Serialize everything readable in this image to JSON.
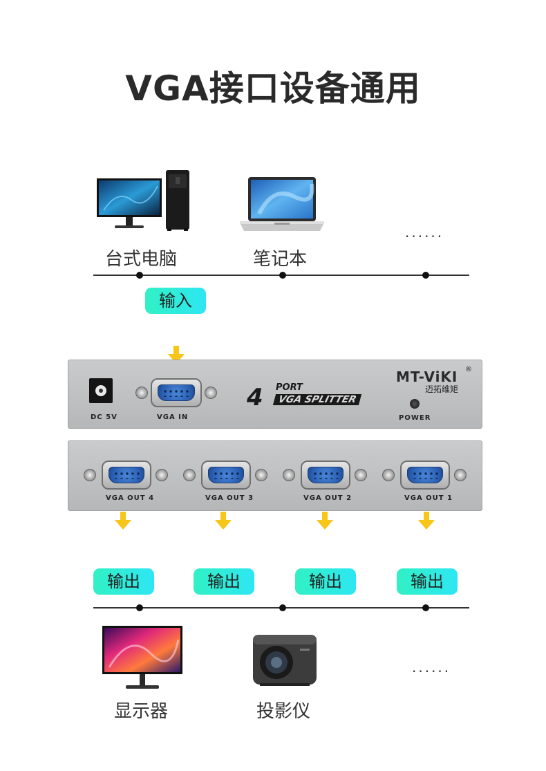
{
  "title": "VGA接口设备通用",
  "inputs": {
    "devices": [
      {
        "label": "台式电脑",
        "icon": "desktop-computer-icon"
      },
      {
        "label": "笔记本",
        "icon": "laptop-icon"
      }
    ],
    "ellipsis": "......",
    "pill": "输入"
  },
  "device": {
    "brand": "MT-ViKI",
    "brand_mark": "®",
    "brand_cn": "迈拓维矩",
    "model_number": "4",
    "model_port": "PORT",
    "model_name": "VGA SPLITTER",
    "front": {
      "dc_label": "DC 5V",
      "vga_in_label": "VGA IN",
      "power_label": "POWER"
    },
    "back": {
      "ports": [
        "VGA OUT 4",
        "VGA OUT 3",
        "VGA OUT 2",
        "VGA OUT 1"
      ]
    }
  },
  "outputs": {
    "pills": [
      "输出",
      "输出",
      "输出",
      "输出"
    ],
    "devices": [
      {
        "label": "显示器",
        "icon": "monitor-icon"
      },
      {
        "label": "投影仪",
        "icon": "projector-icon"
      }
    ],
    "ellipsis": "......"
  },
  "colors": {
    "pill_gradient_start": "#31f1c4",
    "pill_gradient_end": "#2ee6f3",
    "arrow": "#f8c519",
    "panel": "#c0c2c3",
    "vga_port": "#2a5fb2"
  }
}
